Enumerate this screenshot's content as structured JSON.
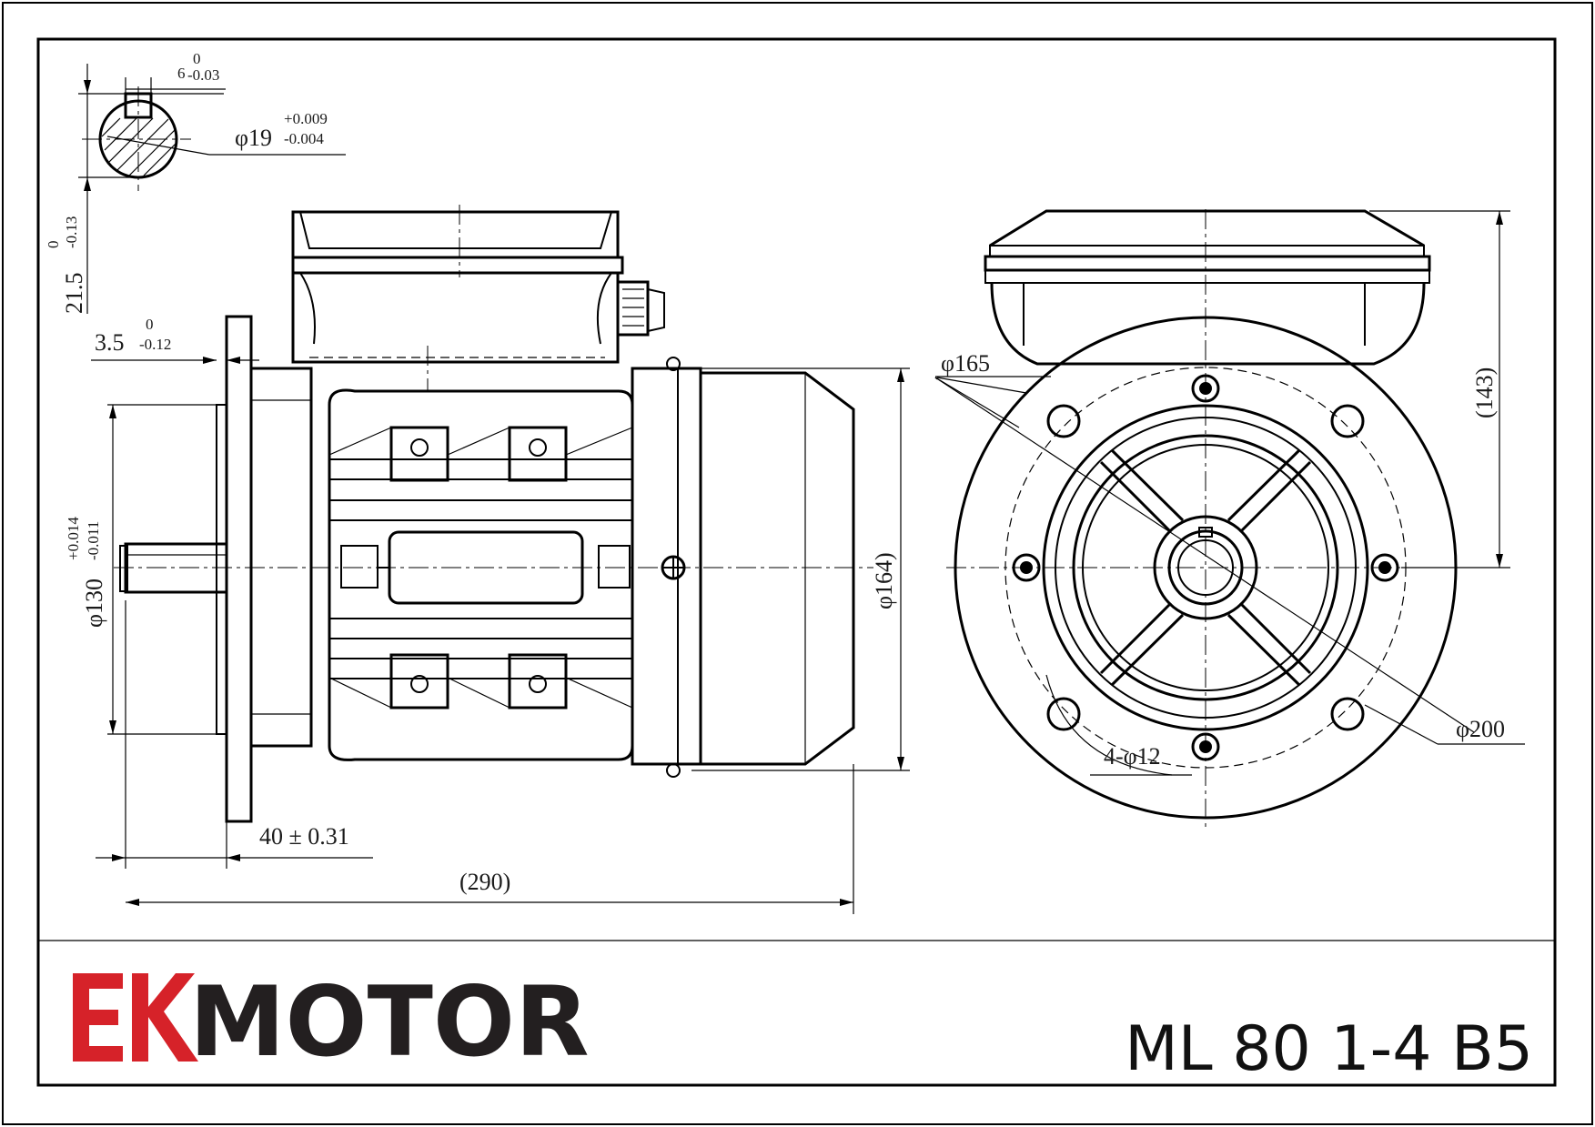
{
  "brand": {
    "logo_name": "MOTOR",
    "logo_mark_color": "#d62229",
    "text_color": "#231f20"
  },
  "model": "ML 80 1-4 B5",
  "dimensions": {
    "key_width": "6",
    "key_width_tol_upper": "0",
    "key_width_tol_lower": "-0.03",
    "shaft_dia": "φ19",
    "shaft_dia_tol_upper": "+0.009",
    "shaft_dia_tol_lower": "-0.004",
    "key_height": "21.5",
    "key_height_tol_upper": "0",
    "key_height_tol_lower": "-0.13",
    "flange_thickness": "3.5",
    "flange_thickness_tol_upper": "0",
    "flange_thickness_tol_lower": "-0.12",
    "spigot_dia": "φ130",
    "spigot_dia_tol_upper": "+0.014",
    "spigot_dia_tol_lower": "-0.011",
    "shaft_length": "40 ± 0.31",
    "overall_length": "(290)",
    "frame_dia": "φ164)",
    "pcd_inner": "φ165",
    "height_to_axis": "(143)",
    "flange_dia": "φ200",
    "holes": "4-φ12"
  }
}
